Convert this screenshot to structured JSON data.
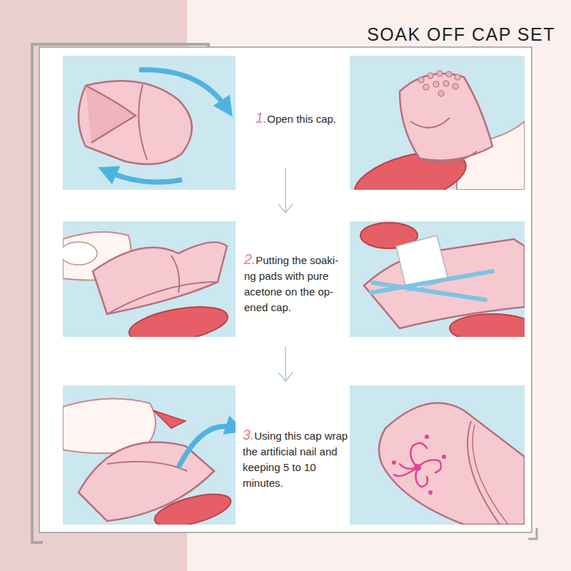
{
  "diagram": {
    "title": "SOAK OFF CAP SET",
    "labels": [
      "1.Open this cap.",
      "2.Putting the soaki- ng pads with pure acetone on the op- ened cap.",
      "3.Using this cap wrap the artificial nail and keeping 5 to 10 minutes."
    ]
  }
}
